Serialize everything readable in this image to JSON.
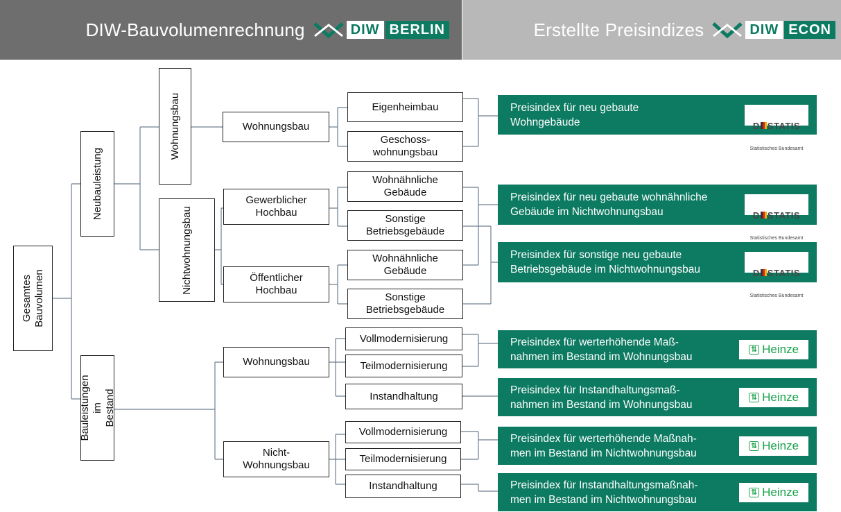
{
  "header": {
    "left_title": "DIW-Bauvolumenrechnung",
    "left_logo": {
      "diw": "DIW",
      "sub": "BERLIN"
    },
    "right_title": "Erstellte Preisindizes",
    "right_logo": {
      "diw": "DIW",
      "sub": "ECON"
    },
    "colors": {
      "left_bg": "#6e6e6e",
      "right_bg": "#b8b8b8",
      "accent": "#0d7a62"
    }
  },
  "tree": {
    "root": "Gesamtes\nBauvolumen",
    "neubau": "Neubauleistung",
    "bestand": "Bauleistungen im\nBestand",
    "wohnungsbau_v": "Wohnungsbau",
    "nichtwohnungsbau_v": "Nichtwohnungsbau",
    "wohnungsbau_1": "Wohnungsbau",
    "gewerblicher": "Gewerblicher\nHochbau",
    "oeffentlicher": "Öffentlicher\nHochbau",
    "eigenheimbau": "Eigenheimbau",
    "geschoss": "Geschoss-\nwohnungsbau",
    "wohnaehnl_1": "Wohnähnliche\nGebäude",
    "sonstige_1": "Sonstige\nBetriebsgebäude",
    "wohnaehnl_2": "Wohnähnliche\nGebäude",
    "sonstige_2": "Sonstige\nBetriebsgebäude",
    "wohnungsbau_2": "Wohnungsbau",
    "nicht_wohnungsbau": "Nicht-\nWohnungsbau",
    "vollmod_1": "Vollmodernisierung",
    "teilmod_1": "Teilmodernisierung",
    "instand_1": "Instandhaltung",
    "vollmod_2": "Vollmodernisierung",
    "teilmod_2": "Teilmodernisierung",
    "instand_2": "Instandhaltung"
  },
  "indices": [
    {
      "text": "Preisindex für neu gebaute\nWohngebäude",
      "source": "destatis"
    },
    {
      "text": "Preisindex für neu gebaute wohnähnliche\nGebäude im Nichtwohnungsbau",
      "source": "destatis"
    },
    {
      "text": "Preisindex für sonstige neu gebaute\nBetriebsgebäude im Nichtwohnungsbau",
      "source": "destatis"
    },
    {
      "text": "Preisindex für werterhöhende Maß-\nnahmen im Bestand im Wohnungsbau",
      "source": "heinze"
    },
    {
      "text": "Preisindex für Instandhaltungsmaß-\nnahmen im Bestand im Wohnungsbau",
      "source": "heinze"
    },
    {
      "text": "Preisindex für werterhöhende Maßnah-\nmen im Bestand im Nichtwohnungsbau",
      "source": "heinze"
    },
    {
      "text": "Preisindex für Instandhaltungsmaßnah-\nmen im Bestand im Nichtwohnungsbau",
      "source": "heinze"
    }
  ],
  "logos": {
    "destatis_main": "STATIS",
    "destatis_prefix": "D",
    "destatis_sub": "Statistisches Bundesamt",
    "heinze": "Heinze",
    "heinze_icon_name": "heinze-arrows-icon"
  }
}
